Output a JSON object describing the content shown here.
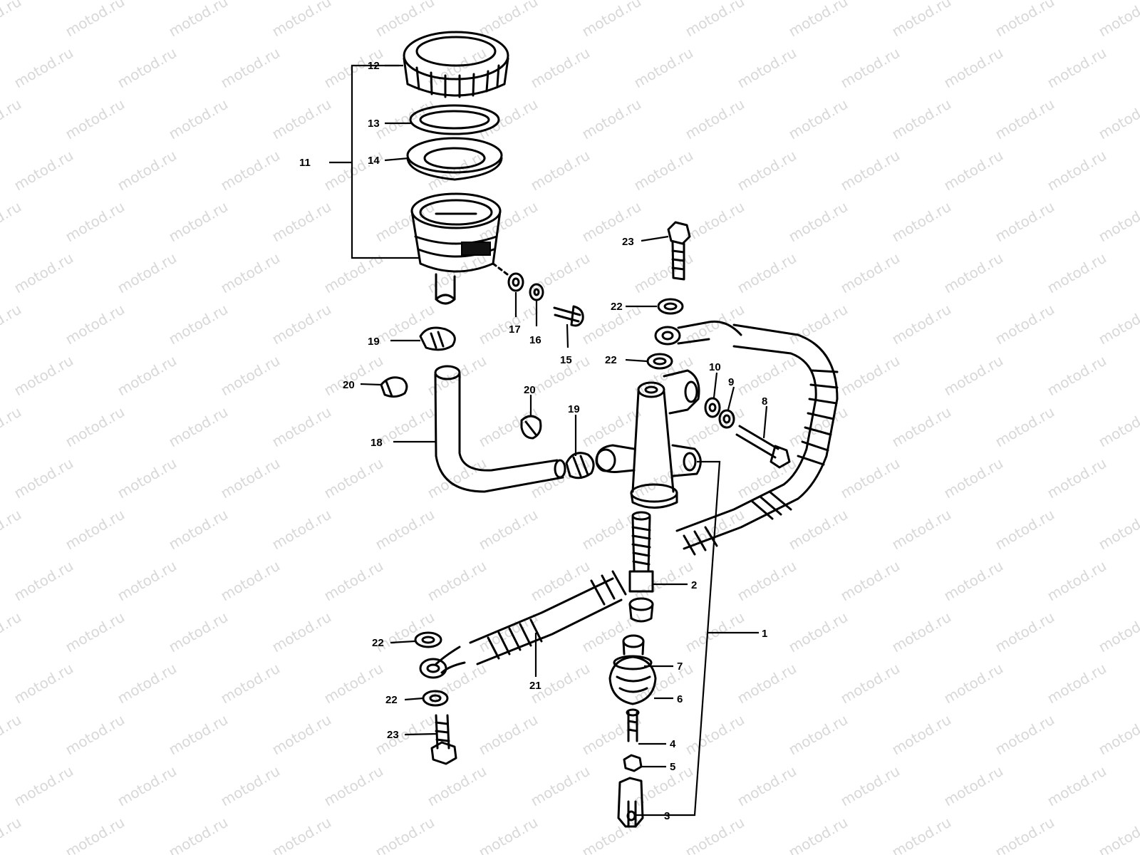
{
  "watermark": "motod.ru",
  "callouts": [
    {
      "id": "c12",
      "text": "12"
    },
    {
      "id": "c13",
      "text": "13"
    },
    {
      "id": "c14",
      "text": "14"
    },
    {
      "id": "c11",
      "text": "11"
    },
    {
      "id": "c23a",
      "text": "23"
    },
    {
      "id": "c22a",
      "text": "22"
    },
    {
      "id": "c22b",
      "text": "22"
    },
    {
      "id": "c17",
      "text": "17"
    },
    {
      "id": "c16",
      "text": "16"
    },
    {
      "id": "c15",
      "text": "15"
    },
    {
      "id": "c19a",
      "text": "19"
    },
    {
      "id": "c20a",
      "text": "20"
    },
    {
      "id": "c18",
      "text": "18"
    },
    {
      "id": "c20b",
      "text": "20"
    },
    {
      "id": "c19b",
      "text": "19"
    },
    {
      "id": "c10",
      "text": "10"
    },
    {
      "id": "c9",
      "text": "9"
    },
    {
      "id": "c8",
      "text": "8"
    },
    {
      "id": "c2",
      "text": "2"
    },
    {
      "id": "c1",
      "text": "1"
    },
    {
      "id": "c22c",
      "text": "22"
    },
    {
      "id": "c21",
      "text": "21"
    },
    {
      "id": "c7",
      "text": "7"
    },
    {
      "id": "c22d",
      "text": "22"
    },
    {
      "id": "c6",
      "text": "6"
    },
    {
      "id": "c23b",
      "text": "23"
    },
    {
      "id": "c4",
      "text": "4"
    },
    {
      "id": "c5",
      "text": "5"
    },
    {
      "id": "c3",
      "text": "3"
    }
  ]
}
